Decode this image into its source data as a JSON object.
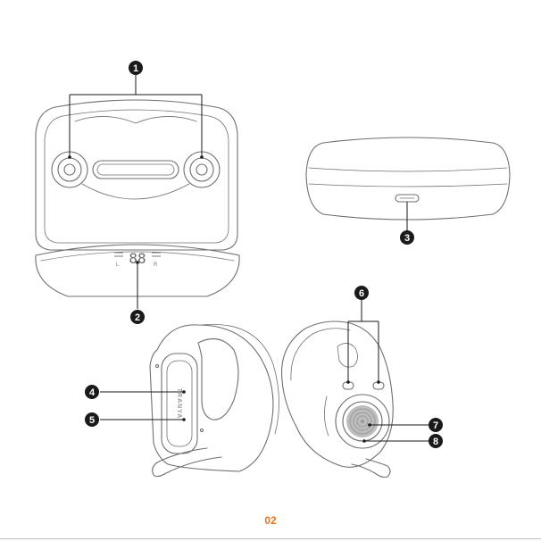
{
  "callouts": [
    "1",
    "2",
    "3",
    "4",
    "5",
    "6",
    "7",
    "8"
  ],
  "case_display": {
    "digits": "88",
    "left_mark": "L",
    "right_mark": "R"
  },
  "earbud_brand": "TRANYA",
  "page_number": "02",
  "colors": {
    "outline": "#6f6f6f",
    "badge": "#1a1a1a",
    "page_number": "#e8731e"
  }
}
